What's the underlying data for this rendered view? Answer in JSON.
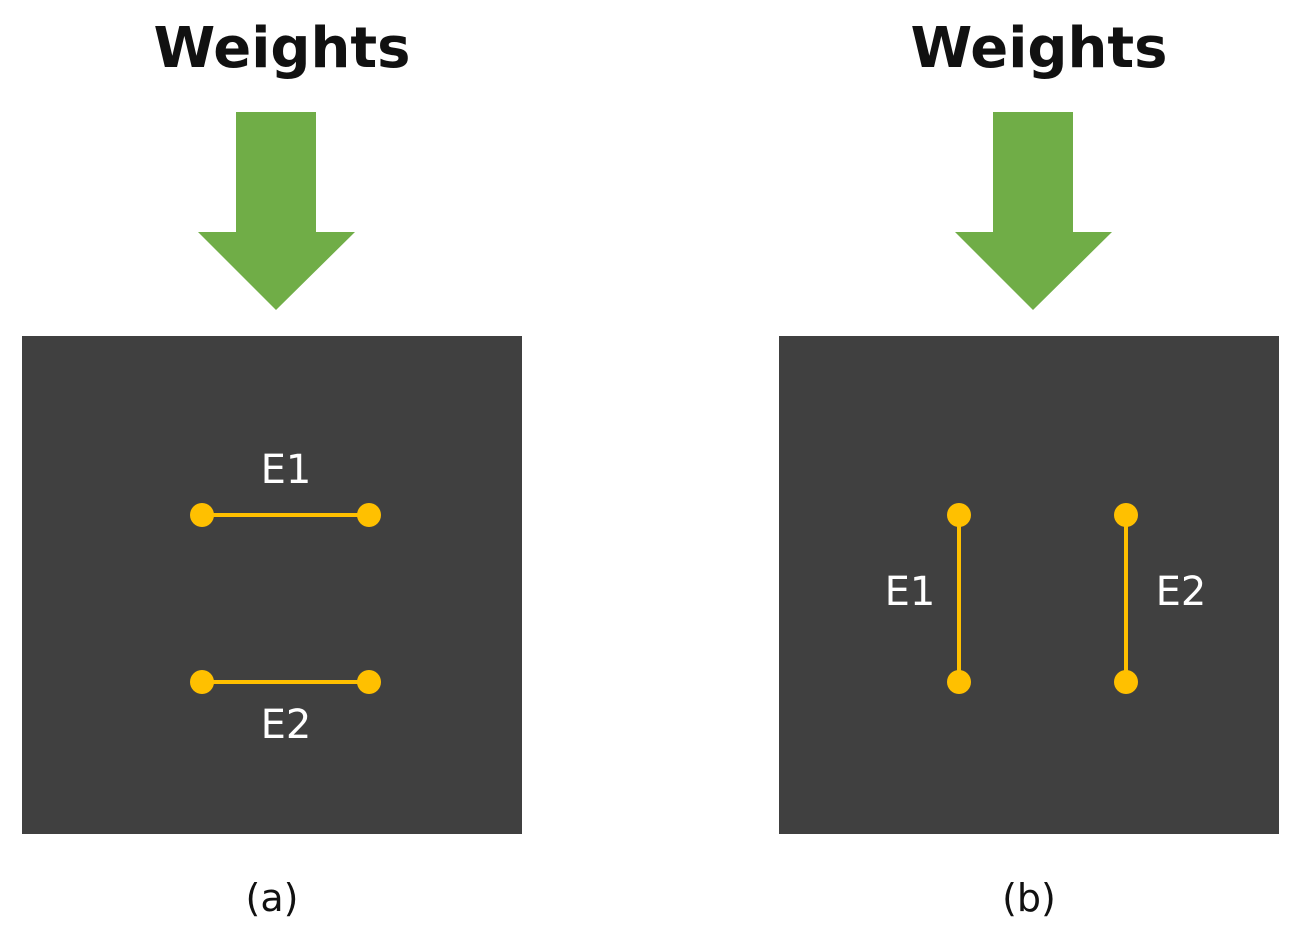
{
  "panels": [
    {
      "caption": "(a)",
      "weights_label": "Weights",
      "electrodes": [
        {
          "label": "E1",
          "orientation": "horizontal"
        },
        {
          "label": "E2",
          "orientation": "horizontal"
        }
      ]
    },
    {
      "caption": "(b)",
      "weights_label": "Weights",
      "electrodes": [
        {
          "label": "E1",
          "orientation": "vertical"
        },
        {
          "label": "E2",
          "orientation": "vertical"
        }
      ]
    }
  ],
  "colors": {
    "arrow": "#70AD47",
    "plate": "#404040",
    "electrode": "#FFC000",
    "label_on_plate": "#FFFFFF",
    "text": "#111111"
  }
}
